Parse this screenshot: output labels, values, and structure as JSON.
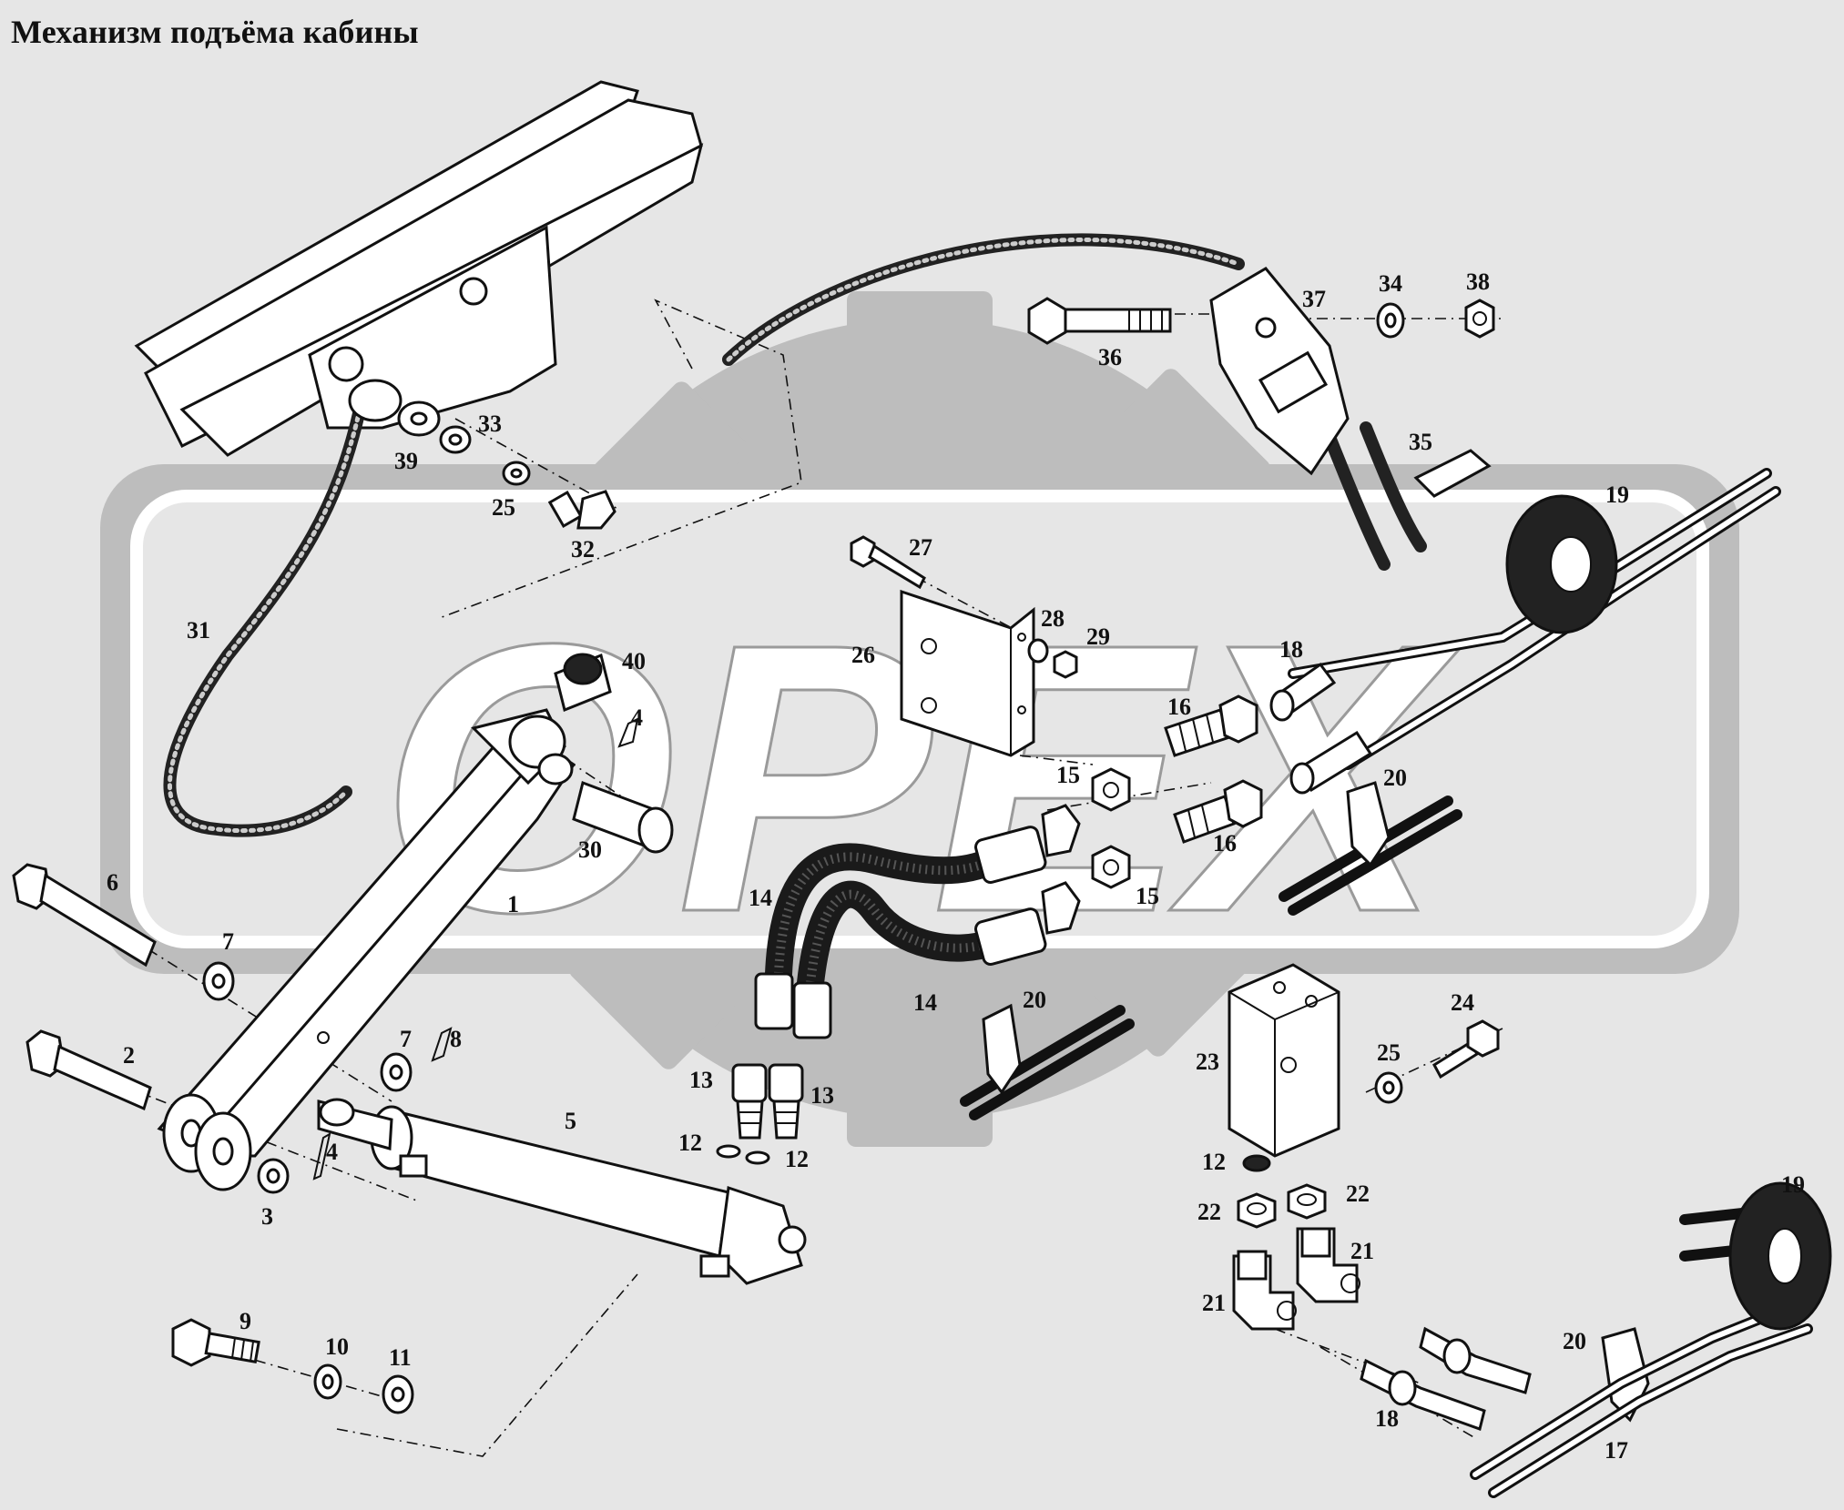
{
  "title": "Механизм подъёма кабины",
  "watermark": "OPEX",
  "colors": {
    "background": "#e6e6e6",
    "watermark_gear": "#bdbdbd",
    "ink": "#111111"
  },
  "callouts": [
    {
      "id": "l1",
      "text": "1"
    },
    {
      "id": "l2",
      "text": "2"
    },
    {
      "id": "l3",
      "text": "3"
    },
    {
      "id": "l4a",
      "text": "4"
    },
    {
      "id": "l4b",
      "text": "4"
    },
    {
      "id": "l5",
      "text": "5"
    },
    {
      "id": "l6",
      "text": "6"
    },
    {
      "id": "l7a",
      "text": "7"
    },
    {
      "id": "l7b",
      "text": "7"
    },
    {
      "id": "l8",
      "text": "8"
    },
    {
      "id": "l9",
      "text": "9"
    },
    {
      "id": "l10",
      "text": "10"
    },
    {
      "id": "l11",
      "text": "11"
    },
    {
      "id": "l12a",
      "text": "12"
    },
    {
      "id": "l12b",
      "text": "12"
    },
    {
      "id": "l12c",
      "text": "12"
    },
    {
      "id": "l13a",
      "text": "13"
    },
    {
      "id": "l13b",
      "text": "13"
    },
    {
      "id": "l14a",
      "text": "14"
    },
    {
      "id": "l14b",
      "text": "14"
    },
    {
      "id": "l15a",
      "text": "15"
    },
    {
      "id": "l15b",
      "text": "15"
    },
    {
      "id": "l16a",
      "text": "16"
    },
    {
      "id": "l16b",
      "text": "16"
    },
    {
      "id": "l17",
      "text": "17"
    },
    {
      "id": "l18a",
      "text": "18"
    },
    {
      "id": "l18b",
      "text": "18"
    },
    {
      "id": "l19a",
      "text": "19"
    },
    {
      "id": "l19b",
      "text": "19"
    },
    {
      "id": "l20a",
      "text": "20"
    },
    {
      "id": "l20b",
      "text": "20"
    },
    {
      "id": "l20c",
      "text": "20"
    },
    {
      "id": "l21a",
      "text": "21"
    },
    {
      "id": "l21b",
      "text": "21"
    },
    {
      "id": "l22a",
      "text": "22"
    },
    {
      "id": "l22b",
      "text": "22"
    },
    {
      "id": "l23",
      "text": "23"
    },
    {
      "id": "l24",
      "text": "24"
    },
    {
      "id": "l25a",
      "text": "25"
    },
    {
      "id": "l25b",
      "text": "25"
    },
    {
      "id": "l26",
      "text": "26"
    },
    {
      "id": "l27",
      "text": "27"
    },
    {
      "id": "l28",
      "text": "28"
    },
    {
      "id": "l29",
      "text": "29"
    },
    {
      "id": "l30",
      "text": "30"
    },
    {
      "id": "l31",
      "text": "31"
    },
    {
      "id": "l32",
      "text": "32"
    },
    {
      "id": "l33",
      "text": "33"
    },
    {
      "id": "l34",
      "text": "34"
    },
    {
      "id": "l35",
      "text": "35"
    },
    {
      "id": "l36",
      "text": "36"
    },
    {
      "id": "l37",
      "text": "37"
    },
    {
      "id": "l38",
      "text": "38"
    },
    {
      "id": "l39",
      "text": "39"
    },
    {
      "id": "l40",
      "text": "40"
    }
  ]
}
